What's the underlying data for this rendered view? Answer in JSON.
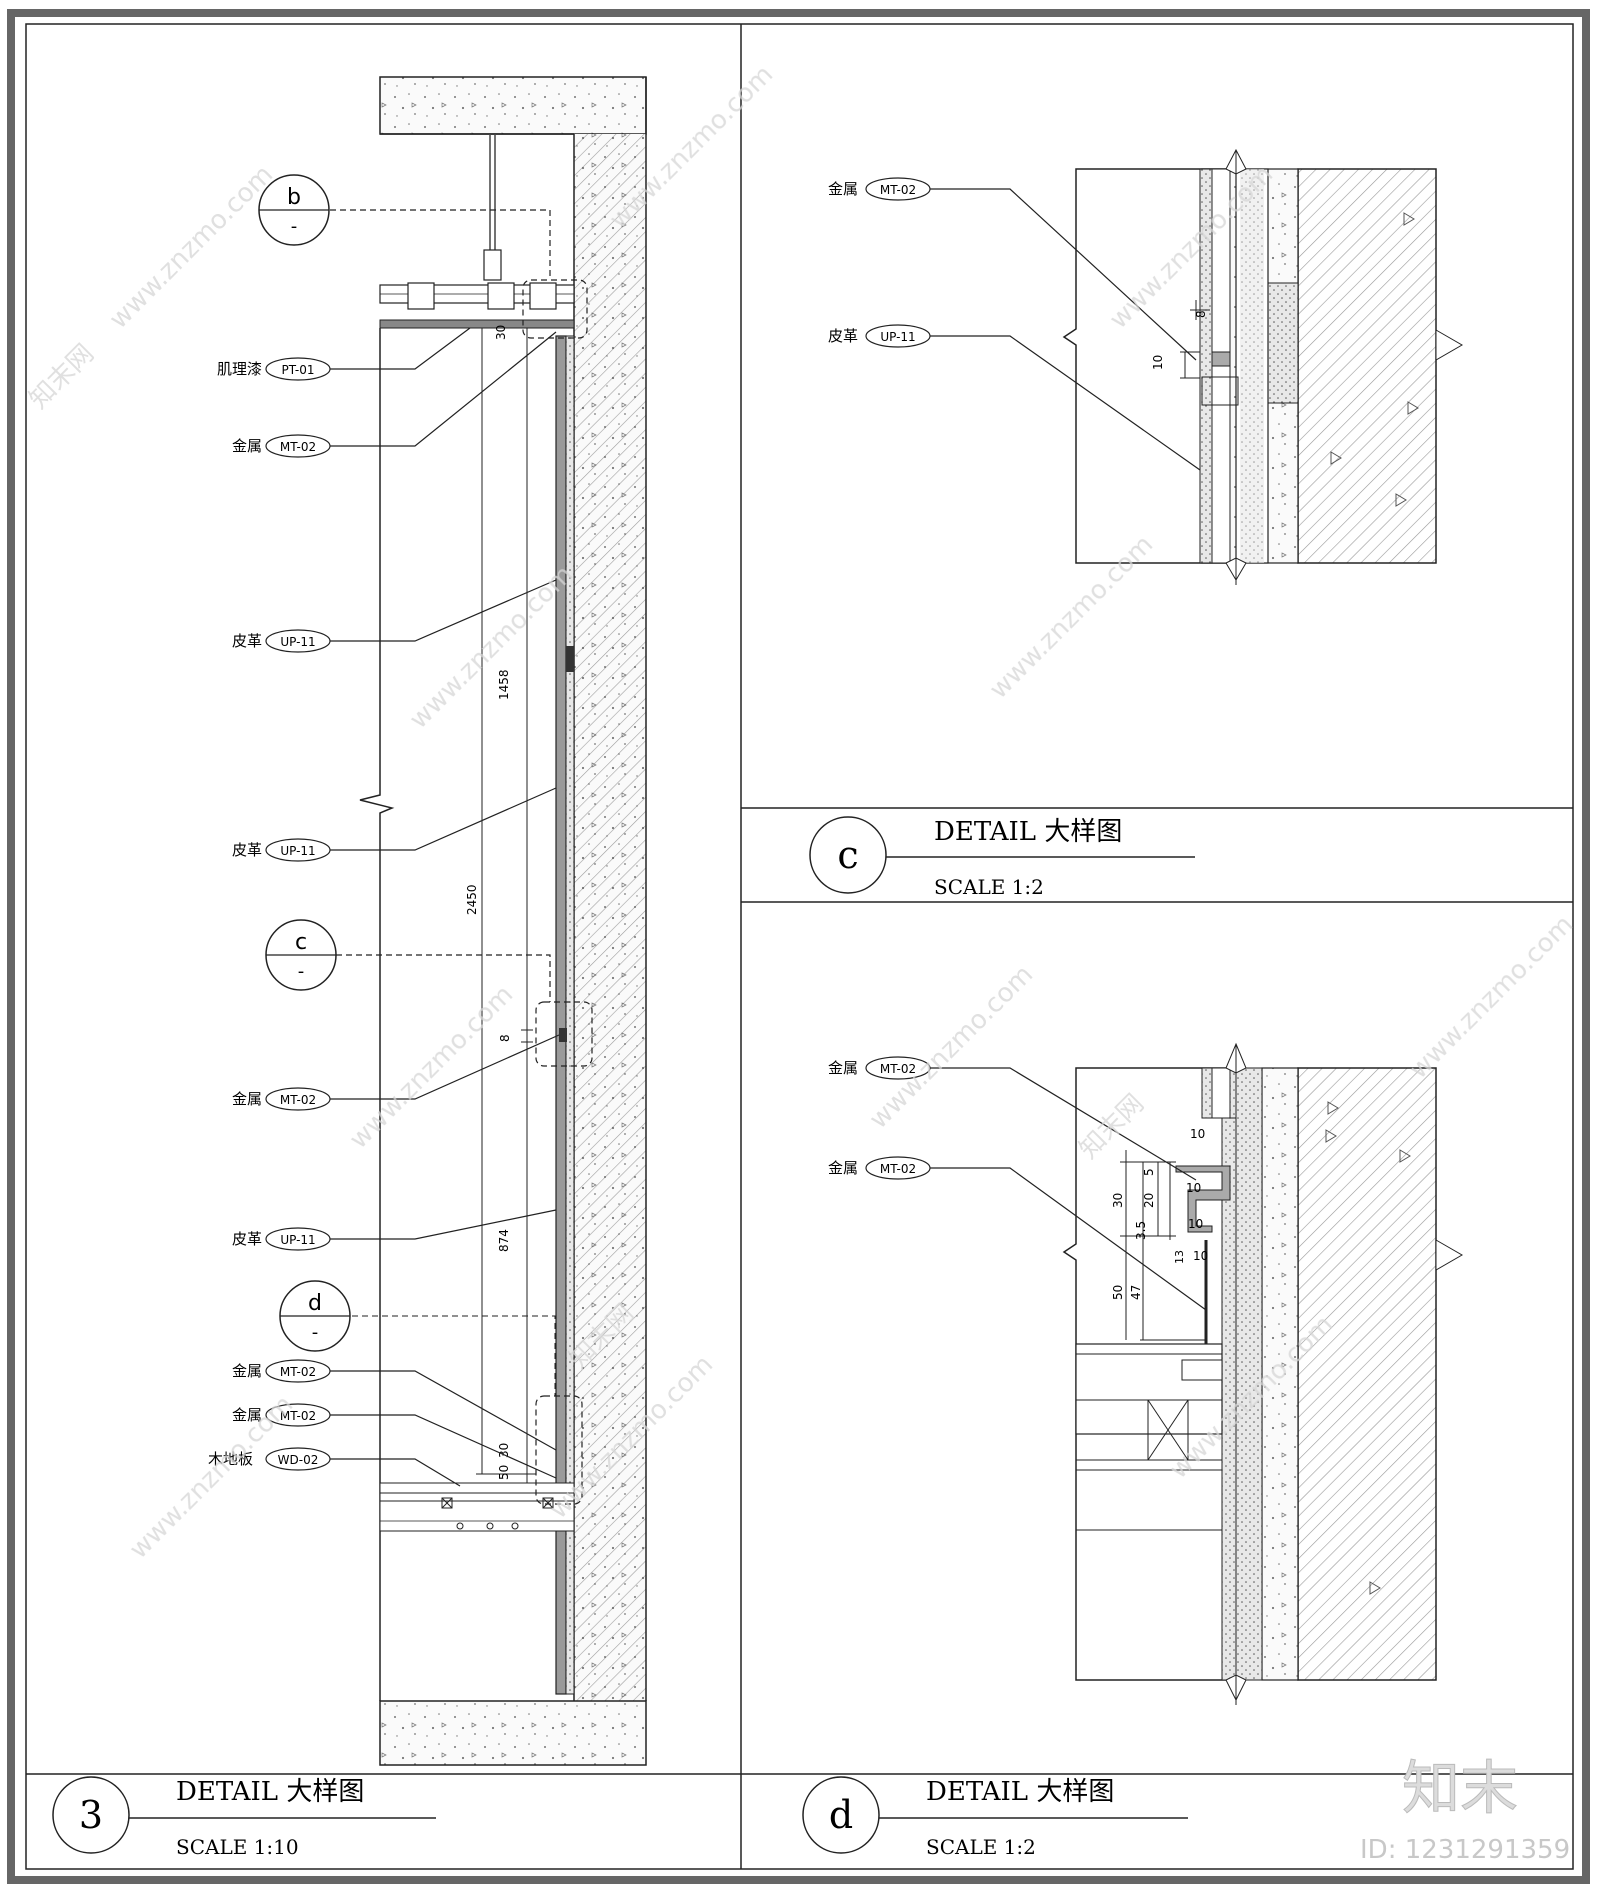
{
  "panels": {
    "main": {
      "number": "3",
      "title": "DETAIL  大样图",
      "scale": "SCALE    1:10",
      "callouts": [
        {
          "cn": "肌理漆",
          "code": "PT-01"
        },
        {
          "cn": "金属",
          "code": "MT-02"
        },
        {
          "cn": "皮革",
          "code": "UP-11"
        },
        {
          "cn": "皮革",
          "code": "UP-11"
        },
        {
          "cn": "金属",
          "code": "MT-02"
        },
        {
          "cn": "皮革",
          "code": "UP-11"
        },
        {
          "cn": "金属",
          "code": "MT-02"
        },
        {
          "cn": "金属",
          "code": "MT-02"
        },
        {
          "cn": "木地板",
          "code": "WD-02"
        }
      ],
      "section_markers": [
        {
          "letter": "b",
          "sub": "-"
        },
        {
          "letter": "c",
          "sub": "-"
        },
        {
          "letter": "d",
          "sub": "-"
        }
      ],
      "dims": {
        "d30_top": "30",
        "d1458": "1458",
        "d2450": "2450",
        "d8": "8",
        "d874": "874",
        "d50": "50",
        "d30_bot": "30"
      }
    },
    "c": {
      "letter": "c",
      "title": "DETAIL  大样图",
      "scale": "SCALE    1:2",
      "callouts": [
        {
          "cn": "金属",
          "code": "MT-02"
        },
        {
          "cn": "皮革",
          "code": "UP-11"
        }
      ],
      "dims": {
        "d10": "10",
        "d8": "8"
      }
    },
    "d": {
      "letter": "d",
      "title": "DETAIL  大样图",
      "scale": "SCALE    1:2",
      "callouts": [
        {
          "cn": "金属",
          "code": "MT-02"
        },
        {
          "cn": "金属",
          "code": "MT-02"
        }
      ],
      "dims": {
        "d10a": "10",
        "d5": "5",
        "d10b": "10",
        "d30": "30",
        "d20": "20",
        "d35": "3.5",
        "d10c": "10",
        "d13": "13",
        "d50": "50",
        "d47": "47",
        "d10d": "10"
      }
    }
  },
  "watermarks": {
    "site": "www.znzmo.com",
    "brand": "知末网"
  },
  "logo": {
    "text": "知末"
  },
  "id_text": "ID: 1231291359"
}
